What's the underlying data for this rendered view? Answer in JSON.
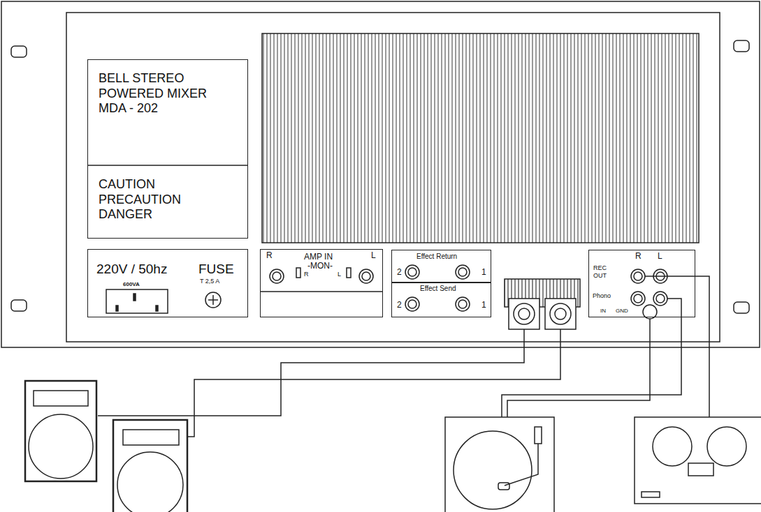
{
  "diagram": {
    "nodes": [
      {
        "text": [
          "BELL STEREO POWERED MIXER MDA - 202",
          "CAUTION PRECAUTION DANGER"
        ]
      },
      {
        "text": [
          "220V / 50hz",
          "FUSE",
          "600VA",
          "T 2,5 A"
        ]
      },
      {
        "text": [
          "R",
          "AMP IN",
          "L",
          "-MON-",
          "R",
          "L"
        ]
      },
      {
        "text": [
          "Effect Return",
          "2",
          "1"
        ]
      },
      {
        "text": [
          "Effect Send",
          "2",
          "1"
        ]
      },
      {
        "text": [
          "R",
          "L",
          "REC OUT",
          "Phono",
          "IN",
          "GND"
        ]
      }
    ]
  }
}
